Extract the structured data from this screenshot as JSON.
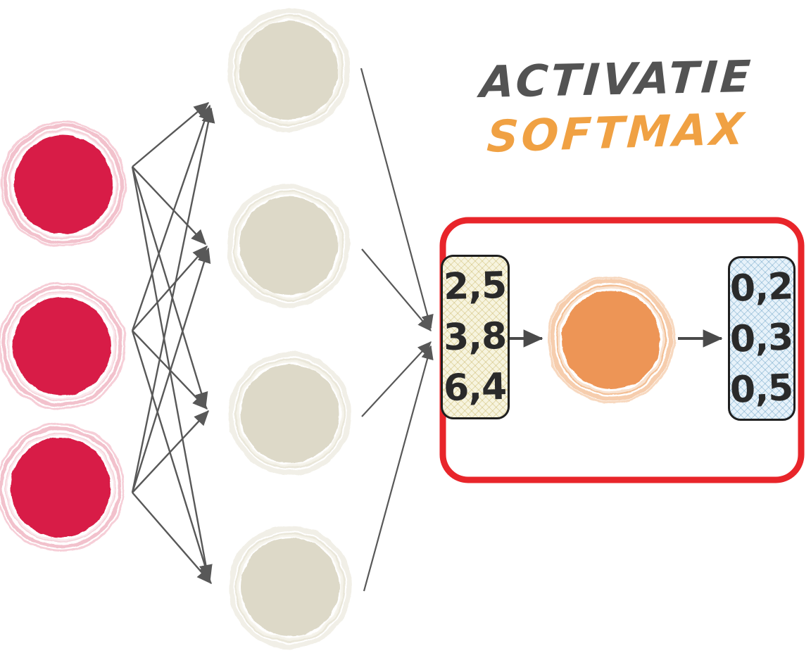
{
  "diagram": {
    "title": {
      "line1": "ACTIVATIE",
      "line2": "SOFTMAX",
      "line1_color": "#535353",
      "line2_color": "#F0A143"
    },
    "input_layer": {
      "label": "input-layer",
      "node_count": 3,
      "node_color": "#D81E46"
    },
    "hidden_layer": {
      "label": "hidden-layer",
      "node_count": 4,
      "node_color": "#DDD9C8"
    },
    "softmax_group": {
      "label": "softmax-group",
      "border_color": "#E8252A",
      "logits_box": {
        "label": "logits",
        "fill_color": "#F7F4DF",
        "values": [
          "2,5",
          "3,8",
          "6,4"
        ]
      },
      "softmax_node": {
        "label": "softmax-node",
        "color": "#ED9557"
      },
      "probabilities_box": {
        "label": "probabilities",
        "fill_color": "#E7F2FA",
        "values": [
          "0,2",
          "0,3",
          "0,5"
        ]
      }
    },
    "connector_color": "#4a4a4a"
  },
  "chart_data": {
    "type": "diagram",
    "title": "ACTIVATIE SOFTMAX",
    "description": "Neural network diagram: 3 input nodes fully connected to 4 hidden nodes, converging into a softmax block",
    "layers": [
      {
        "name": "input",
        "nodes": 3,
        "color": "#D81E46"
      },
      {
        "name": "hidden",
        "nodes": 4,
        "color": "#DDD9C8"
      }
    ],
    "logits": [
      2.5,
      3.8,
      6.4
    ],
    "probabilities": [
      0.2,
      0.3,
      0.5
    ],
    "activation": "softmax"
  }
}
